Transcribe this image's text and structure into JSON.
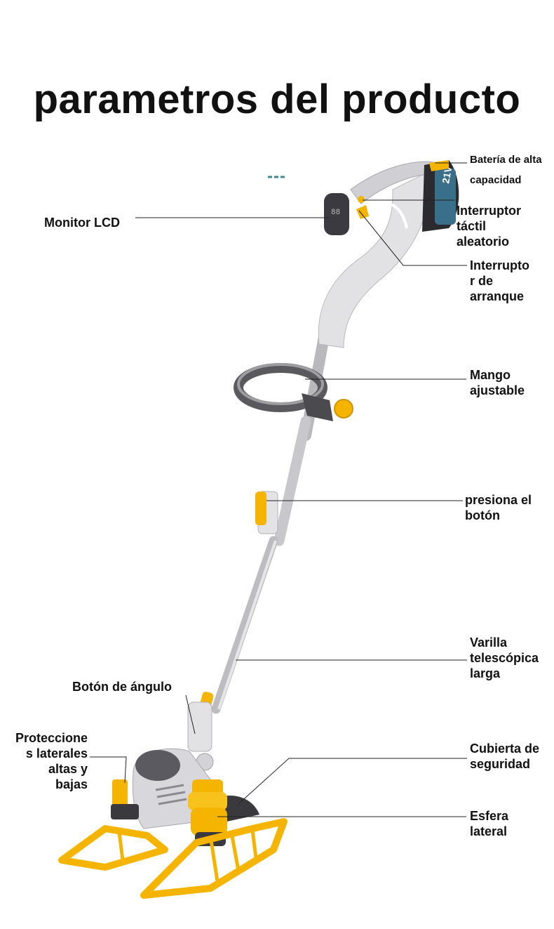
{
  "title": "parametros del producto",
  "callouts": {
    "battery": "Batería de alta\ncapacidad",
    "lcd": "Monitor LCD",
    "touch_switch": "Interruptor\ntáctil\naleatorio",
    "start_switch": "Interrupto\nr de\narranque",
    "handle": "Mango\najustable",
    "press_button": "presiona el\nbotón",
    "rod": "Varilla\ntelescópica\nlarga",
    "angle_button": "Botón de ángulo",
    "side_guards": "Proteccione\ns laterales\naltas y\nbajas",
    "safety_cover": "Cubierta de\nseguridad",
    "side_ball": "Esfera\nlateral"
  },
  "battery_text": "21V",
  "colors": {
    "accent": "#f5b400",
    "body": "#d9d9dc",
    "dark": "#4a4a4f",
    "battery": "#2b2b2f"
  }
}
